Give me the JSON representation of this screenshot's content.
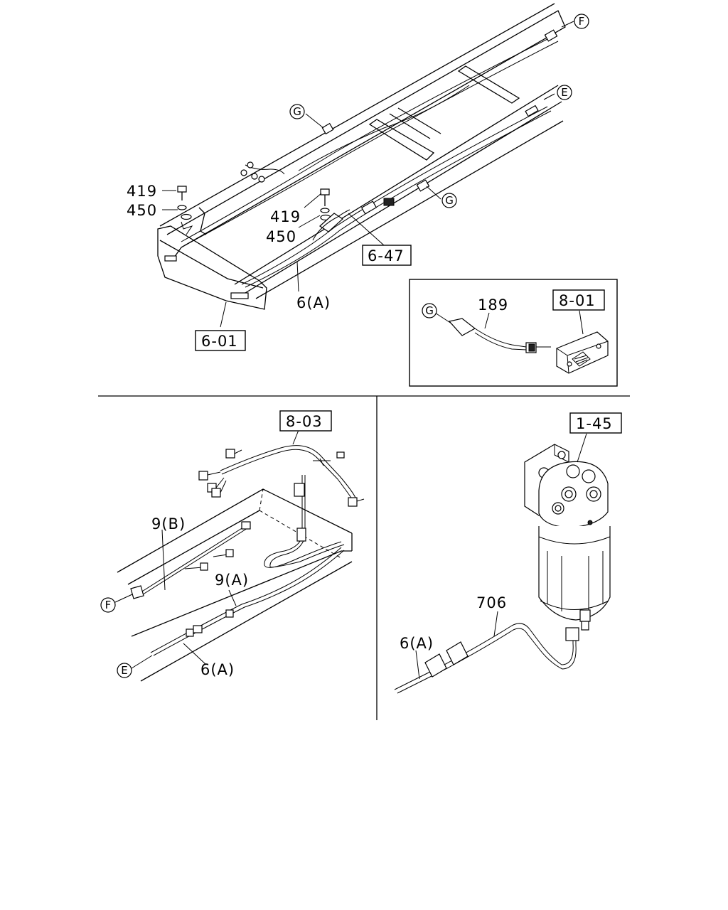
{
  "circle_markers": {
    "F": "F",
    "E": "E",
    "G": "G"
  },
  "top_section": {
    "callouts": {
      "bolt_left": "419",
      "washer_left": "450",
      "bolt_mid": "419",
      "washer_mid": "450",
      "harness_6a": "6(A)"
    },
    "boxed_refs": {
      "ref_6_47": "6-47",
      "ref_6_01": "6-01"
    }
  },
  "inset": {
    "callouts": {
      "wire_189": "189"
    },
    "boxed_refs": {
      "ref_8_01": "8-01"
    }
  },
  "bottom_left": {
    "callouts": {
      "harness_9b": "9(B)",
      "harness_9a": "9(A)",
      "harness_6a": "6(A)"
    },
    "boxed_refs": {
      "ref_8_03": "8-03"
    }
  },
  "bottom_right": {
    "callouts": {
      "wire_706": "706",
      "harness_6a": "6(A)"
    },
    "boxed_refs": {
      "ref_1_45": "1-45"
    }
  }
}
